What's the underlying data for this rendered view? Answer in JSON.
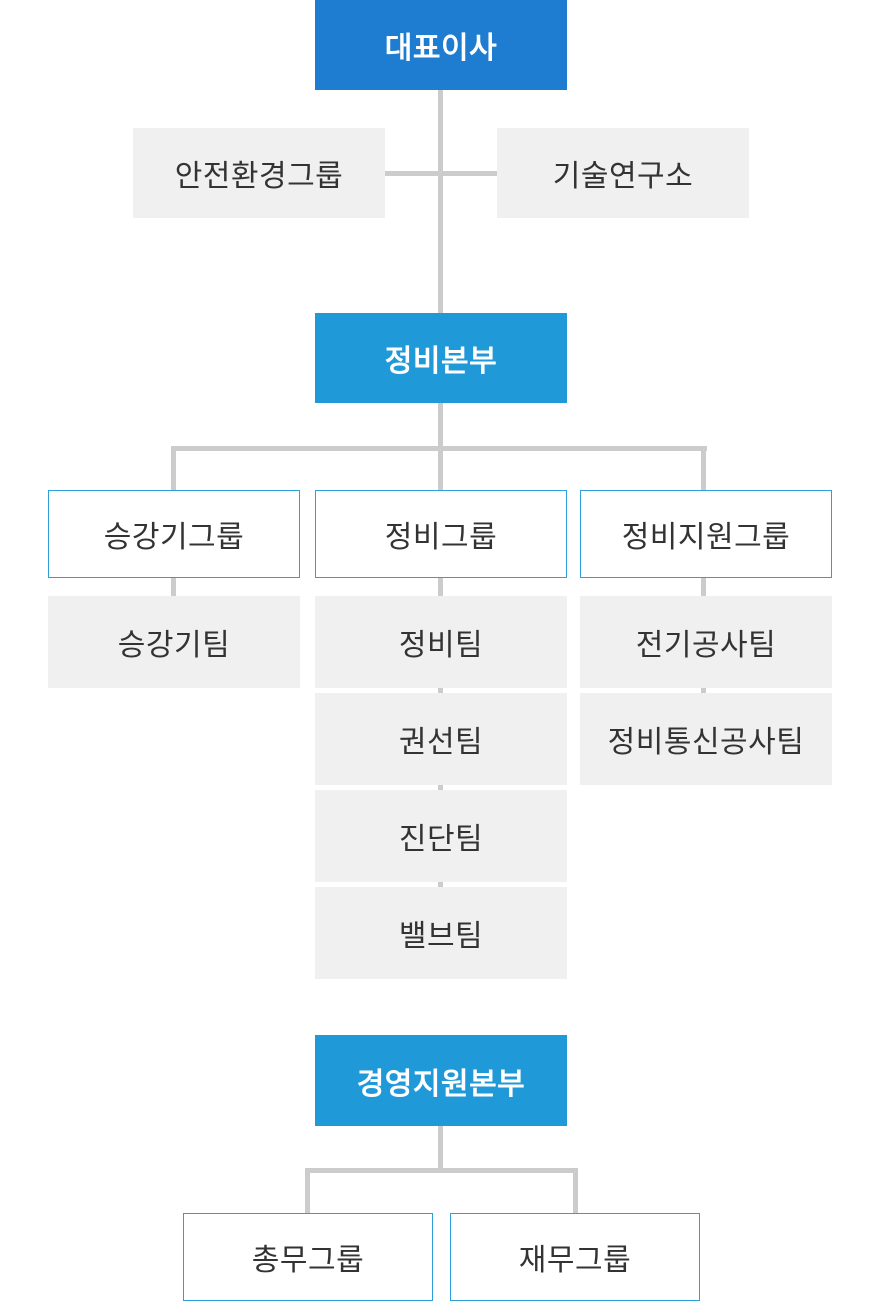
{
  "colors": {
    "ceo_blue": "#1E7DD1",
    "division_blue": "#2099D8",
    "outline_blue": "#2E9FDB",
    "box_gray": "#F0F0F0",
    "connector_gray": "#CCCCCC",
    "text_dark": "#333333",
    "text_white": "#FFFFFF",
    "page_bg": "#FFFFFF"
  },
  "org_chart": {
    "ceo": "대표이사",
    "staff_units": [
      "안전환경그룹",
      "기술연구소"
    ],
    "maintenance_division": {
      "label": "정비본부",
      "groups": [
        {
          "label": "승강기그룹",
          "teams": [
            "승강기팀"
          ]
        },
        {
          "label": "정비그룹",
          "teams": [
            "정비팀",
            "권선팀",
            "진단팀",
            "밸브팀"
          ]
        },
        {
          "label": "정비지원그룹",
          "teams": [
            "전기공사팀",
            "정비통신공사팀"
          ]
        }
      ]
    },
    "management_division": {
      "label": "경영지원본부",
      "groups": [
        "총무그룹",
        "재무그룹"
      ]
    }
  }
}
